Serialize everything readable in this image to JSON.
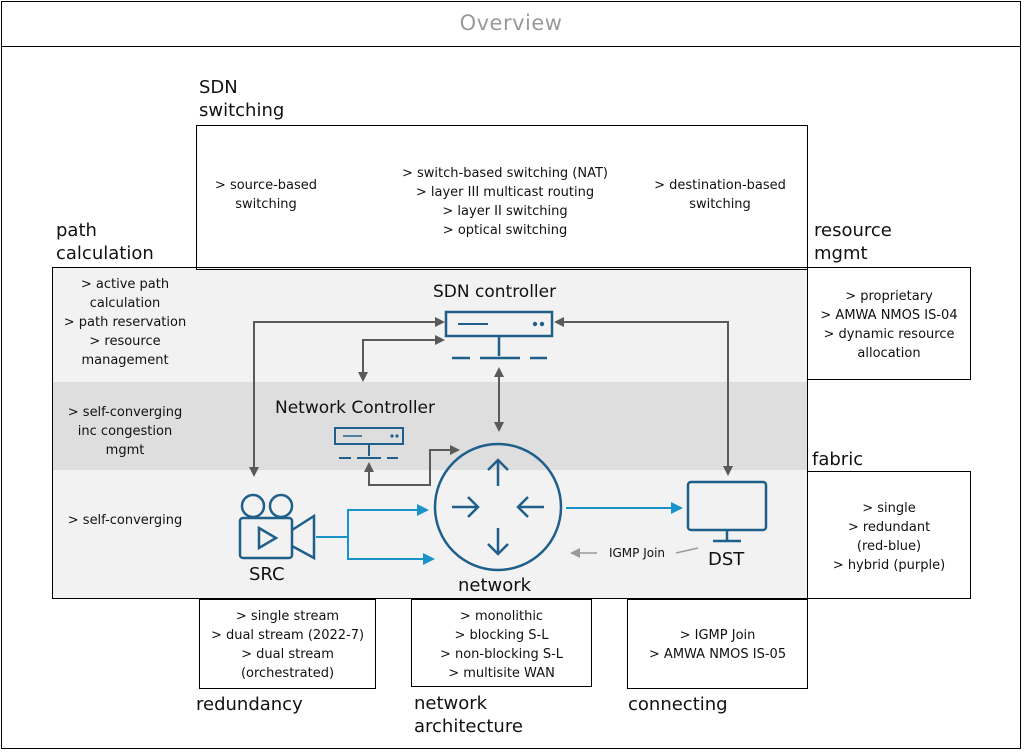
{
  "title": "Overview",
  "colors": {
    "blue": "#1f5f8b",
    "cyan": "#1a93c9",
    "gray_arrow": "#5a5a5a",
    "band_light": "#f2f2f2",
    "band_mid": "#dedede"
  },
  "sdn_switching": {
    "label_line1": "SDN",
    "label_line2": "switching",
    "source": [
      "> source-based",
      "switching"
    ],
    "switch": [
      "> switch-based switching (NAT)",
      "> layer III multicast routing",
      "> layer II switching",
      "> optical switching"
    ],
    "destination": [
      "> destination-based",
      "switching"
    ]
  },
  "path_calculation": {
    "label_line1": "path",
    "label_line2": "calculation",
    "row1": [
      "> active path",
      "calculation",
      "> path reservation",
      "> resource",
      "management"
    ],
    "row2": [
      "> self-converging",
      "inc congestion",
      "mgmt"
    ],
    "row3": [
      "> self-converging"
    ]
  },
  "resource_mgmt": {
    "label_line1": "resource",
    "label_line2": "mgmt",
    "items": [
      "> proprietary",
      "> AMWA NMOS IS-04",
      "> dynamic resource",
      "allocation"
    ]
  },
  "fabric": {
    "label": "fabric",
    "items": [
      "> single",
      "> redundant",
      "(red-blue)",
      "> hybrid (purple)"
    ]
  },
  "redundancy": {
    "label": "redundancy",
    "items": [
      "> single stream",
      "> dual stream (2022-7)",
      "> dual stream",
      "(orchestrated)"
    ]
  },
  "network_architecture": {
    "label_line1": "network",
    "label_line2": "architecture",
    "items": [
      "> monolithic",
      "> blocking S-L",
      "> non-blocking S-L",
      "> multisite WAN"
    ]
  },
  "connecting": {
    "label": "connecting",
    "items": [
      "> IGMP Join",
      "> AMWA NMOS IS-05"
    ]
  },
  "center": {
    "sdn_controller": "SDN controller",
    "network_controller": "Network Controller",
    "src": "SRC",
    "dst": "DST",
    "network": "network",
    "igmp_join": "IGMP Join"
  },
  "icons": [
    "server-icon",
    "camera-icon",
    "router-icon",
    "monitor-icon"
  ]
}
